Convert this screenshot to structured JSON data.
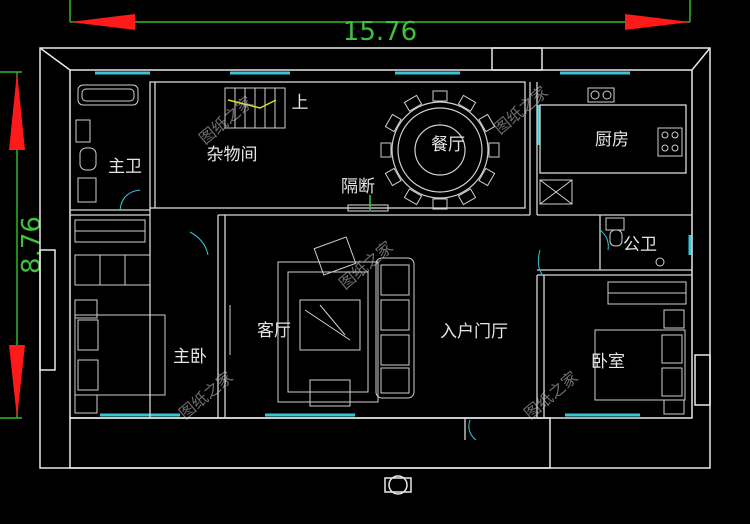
{
  "dimensions": {
    "width_label": "15.76",
    "height_label": "8.76"
  },
  "rooms": {
    "master_bath": "主卫",
    "storage": "杂物间",
    "stairs_up": "上",
    "dining": "餐厅",
    "kitchen": "厨房",
    "partition": "隔断",
    "public_bath": "公卫",
    "living": "客厅",
    "entry_hall": "入户门厅",
    "master_bedroom": "主卧",
    "bedroom": "卧室"
  },
  "watermark": "图纸之家",
  "colors": {
    "wall": "#e8e8e8",
    "window": "#36c6d6",
    "dim_line": "#2fb82f",
    "arrow": "#ff1a1a",
    "line": "#cfcfcf"
  }
}
